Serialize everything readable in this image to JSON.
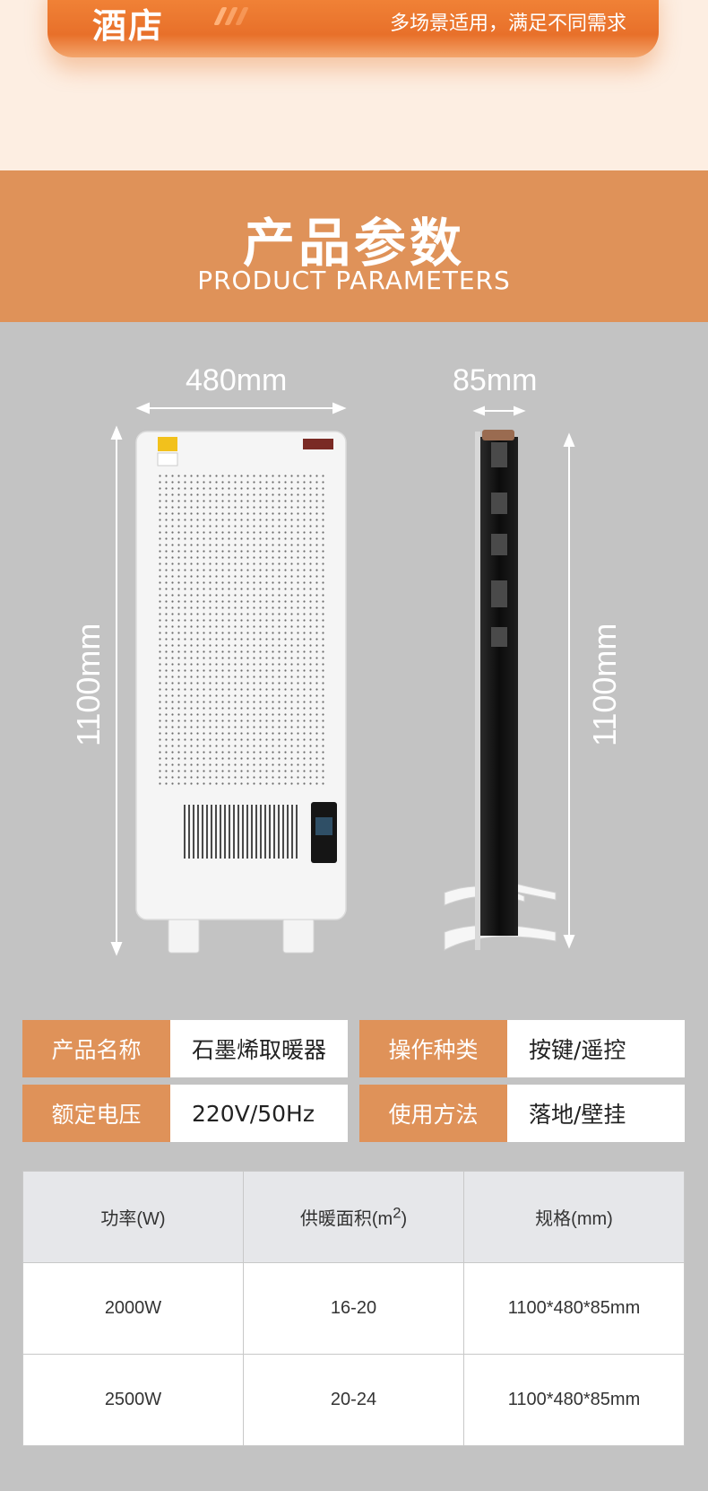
{
  "scene_banner": {
    "title": "酒店",
    "subtitle": "多场景适用，满足不同需求"
  },
  "section_header": {
    "title": "产品参数",
    "subtitle": "PRODUCT PARAMETERS"
  },
  "dimensions": {
    "width": "480mm",
    "depth": "85mm",
    "height_left": "1100mm",
    "height_right": "1100mm"
  },
  "specs": [
    {
      "key": "产品名称",
      "value": "石墨烯取暖器"
    },
    {
      "key": "操作种类",
      "value": "按键/遥控"
    },
    {
      "key": "额定电压",
      "value": "220V/50Hz"
    },
    {
      "key": "使用方法",
      "value": "落地/壁挂"
    }
  ],
  "table": {
    "headers": [
      "功率(W)",
      "供暖面积(m",
      "规格(mm)"
    ],
    "header_superscript": "2",
    "header_suffix": ")",
    "rows": [
      [
        "2000W",
        "16-20",
        "1100*480*85mm"
      ],
      [
        "2500W",
        "20-24",
        "1100*480*85mm"
      ]
    ]
  },
  "colors": {
    "accent": "#df9259",
    "banner_orange": "#e8702a",
    "background": "#c3c3c3"
  }
}
